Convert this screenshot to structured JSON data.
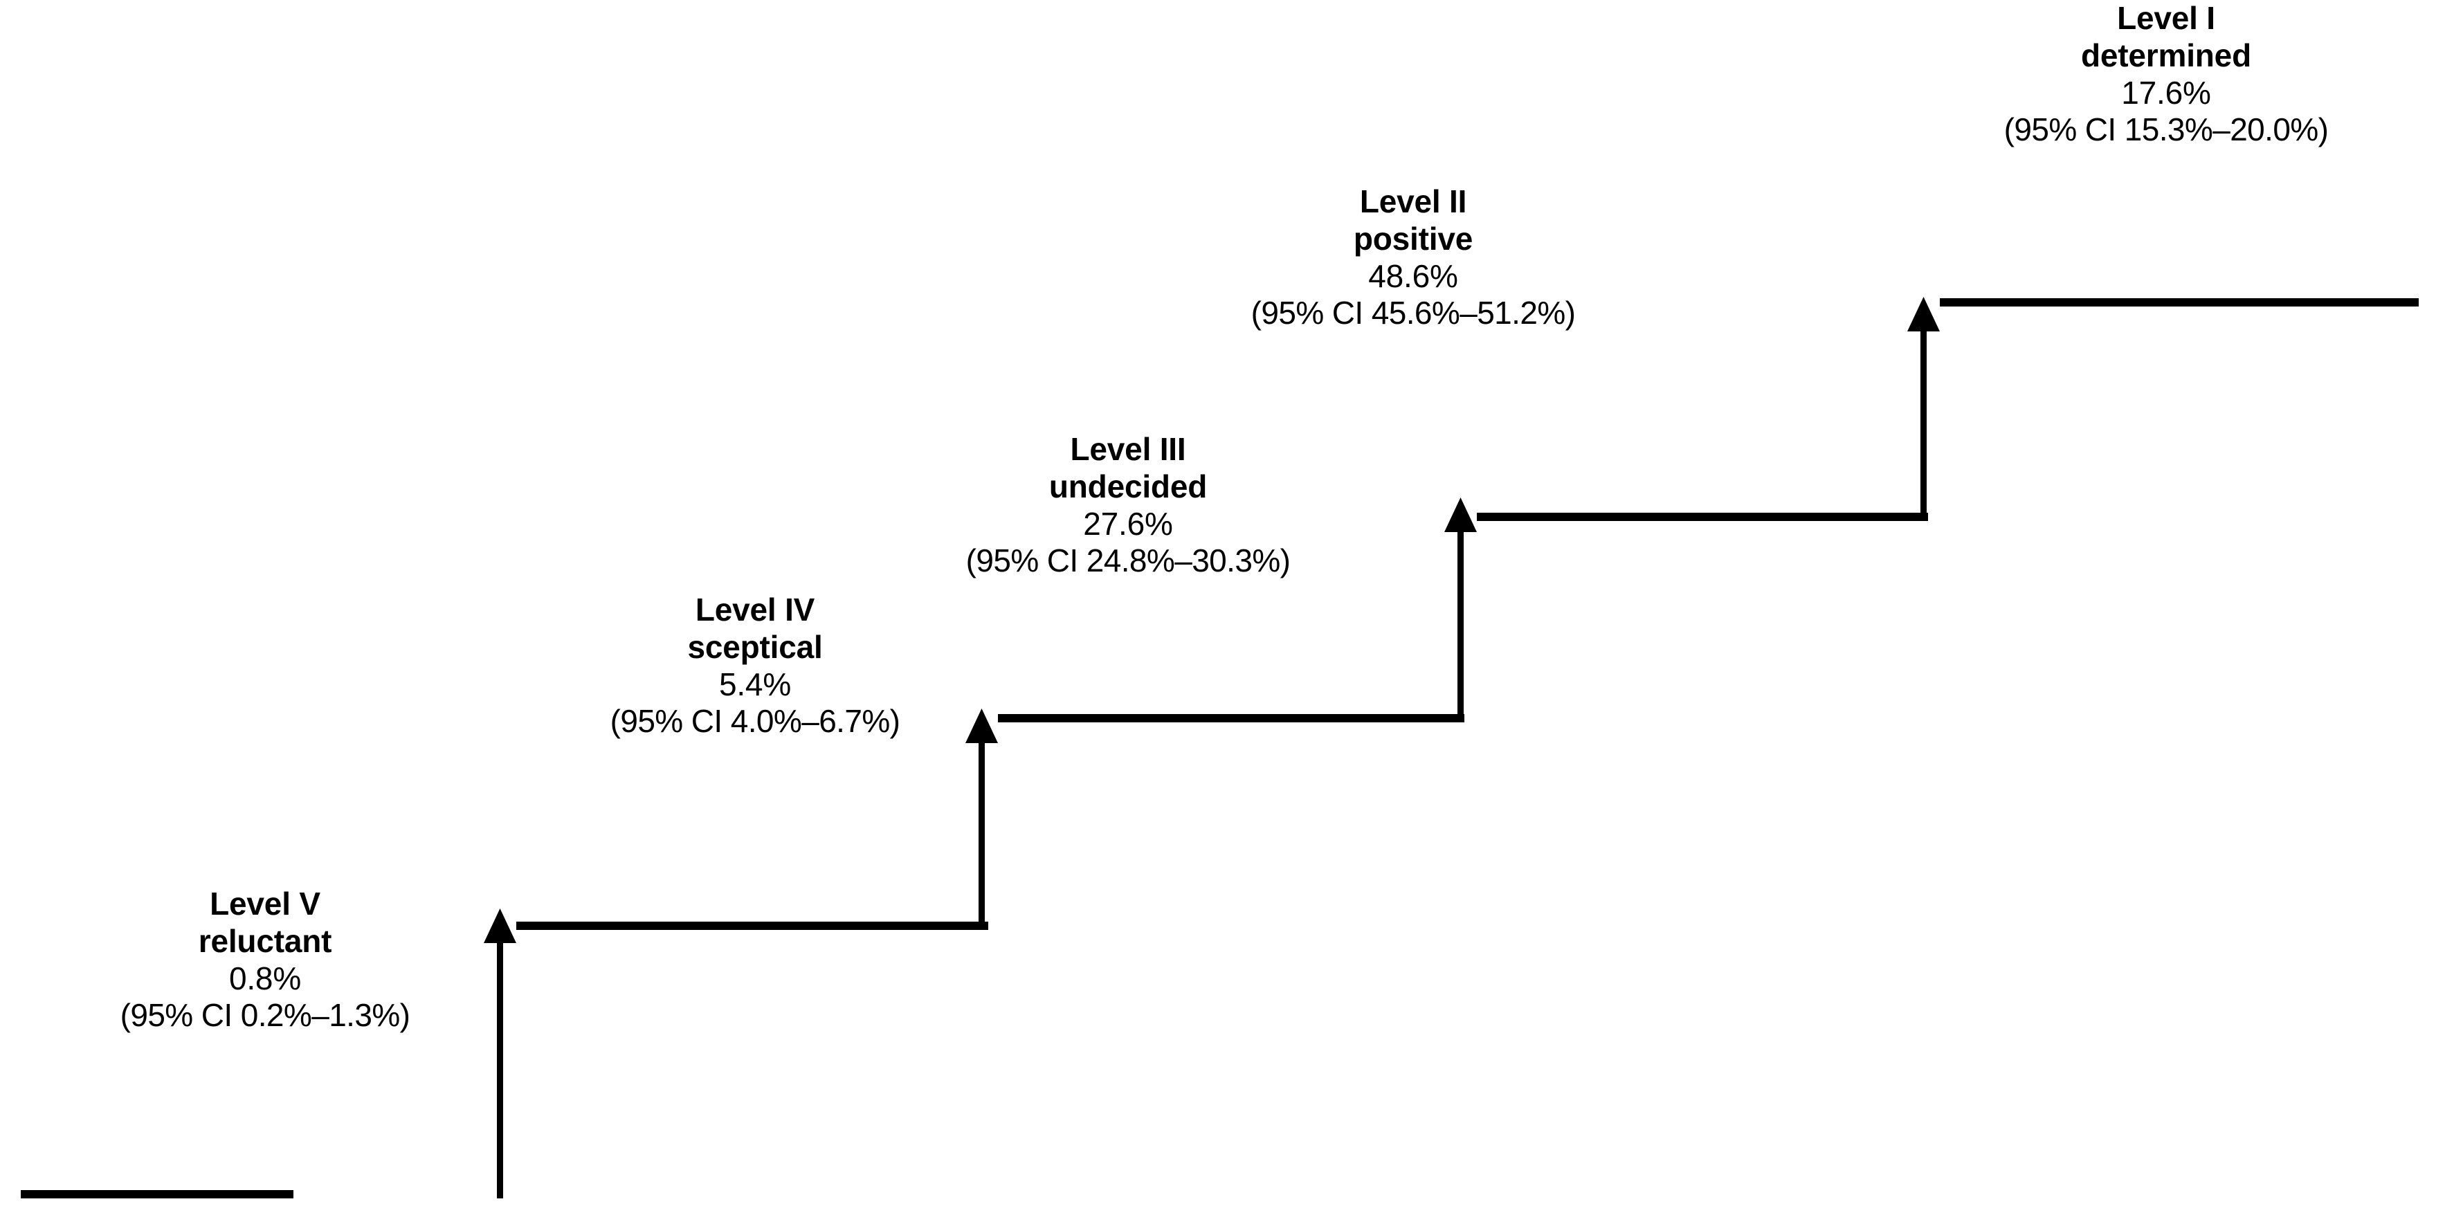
{
  "figure": {
    "type": "staircase-diagram",
    "orientation": "ascending-left-to-right",
    "background_color": "#ffffff",
    "line_color": "#000000"
  },
  "chart_data": {
    "type": "bar",
    "title": "",
    "xlabel": "",
    "ylabel": "",
    "categories": [
      "Level V reluctant",
      "Level IV sceptical",
      "Level III undecided",
      "Level II positive",
      "Level I determined"
    ],
    "values": [
      0.8,
      5.4,
      27.6,
      48.6,
      17.6
    ],
    "ci_low": [
      0.2,
      4.0,
      24.8,
      45.6,
      15.3
    ],
    "ci_high": [
      1.3,
      6.7,
      30.3,
      51.2,
      20.0
    ],
    "ylim": [
      0,
      60
    ],
    "grid": false,
    "legend": null
  },
  "steps": [
    {
      "id": "level-v",
      "title": "Level V",
      "subtitle": "reluctant",
      "value": "0.8%",
      "ci": "(95% CI 0.2%–1.3%)"
    },
    {
      "id": "level-iv",
      "title": "Level IV",
      "subtitle": "sceptical",
      "value": "5.4%",
      "ci": "(95% CI 4.0%–6.7%)"
    },
    {
      "id": "level-iii",
      "title": "Level III",
      "subtitle": "undecided",
      "value": "27.6%",
      "ci": "(95% CI 24.8%–30.3%)"
    },
    {
      "id": "level-ii",
      "title": "Level II",
      "subtitle": "positive",
      "value": "48.6%",
      "ci": "(95% CI 45.6%–51.2%)"
    },
    {
      "id": "level-i",
      "title": "Level I",
      "subtitle": "determined",
      "value": "17.6%",
      "ci": "(95% CI 15.3%–20.0%)"
    }
  ]
}
